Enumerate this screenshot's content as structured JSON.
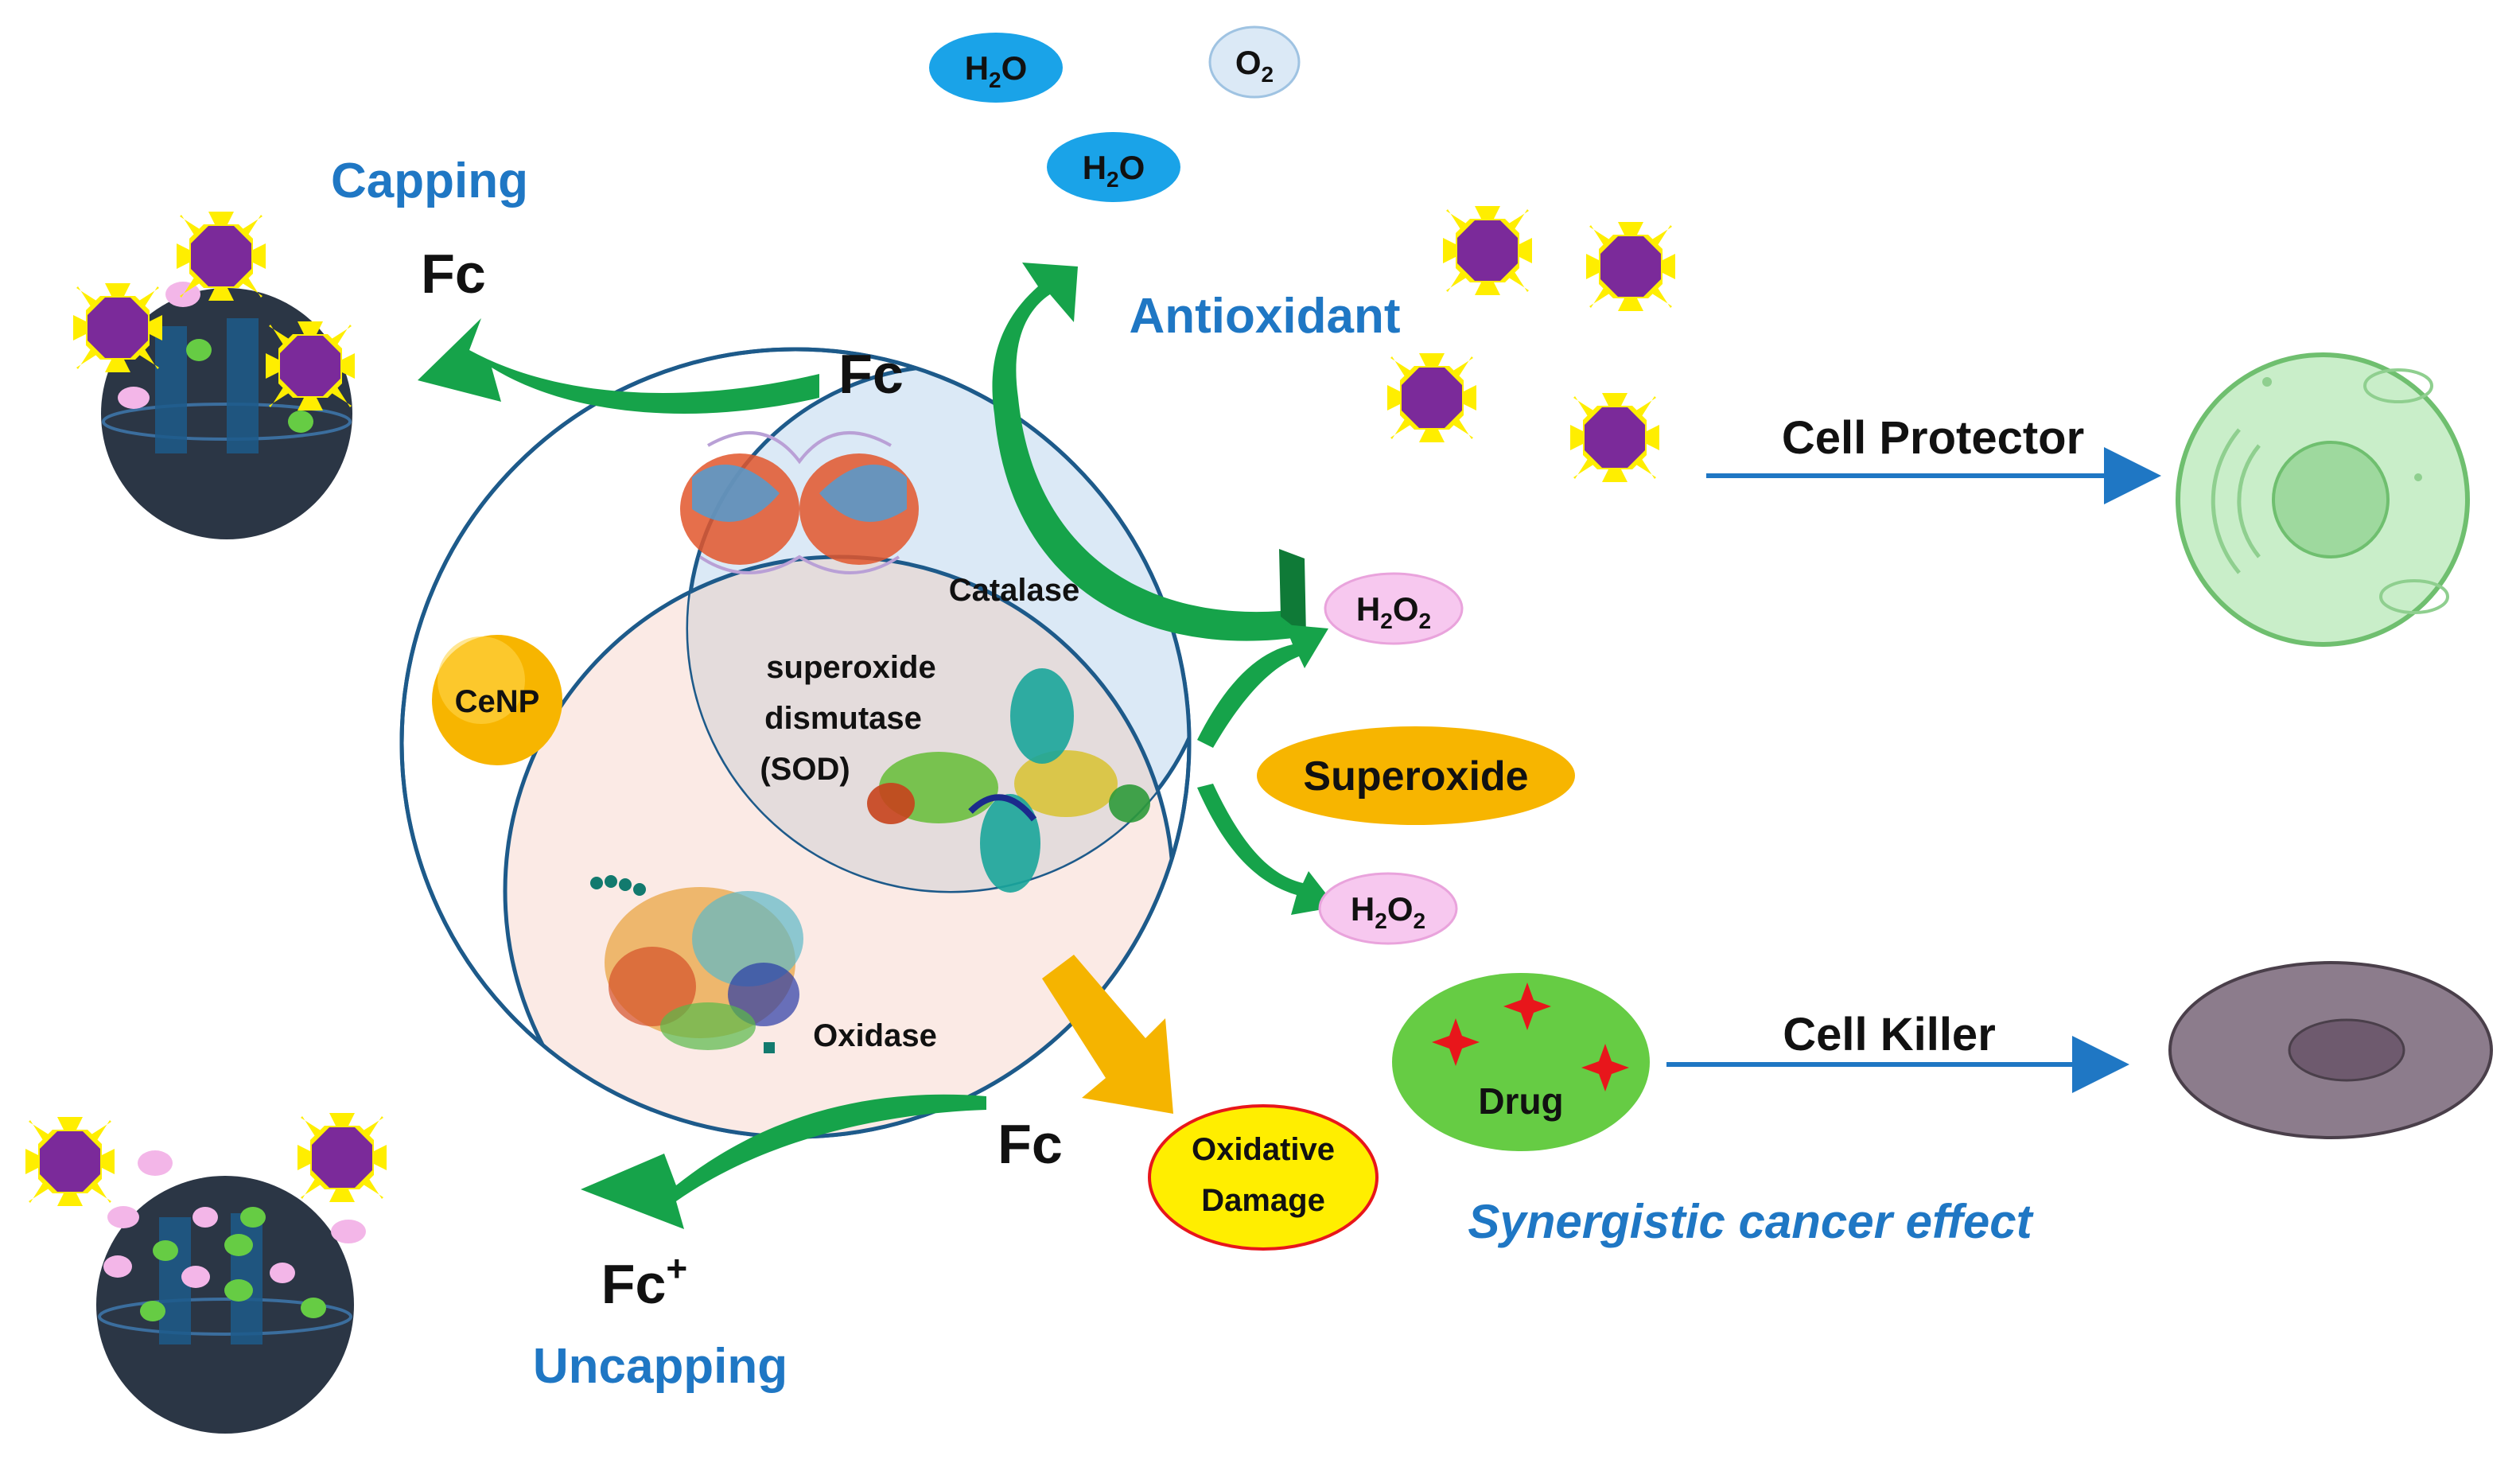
{
  "labels": {
    "capping": "Capping",
    "uncapping": "Uncapping",
    "antioxidant": "Antioxidant",
    "synergistic": "Synergistic cancer effect",
    "fc_capping": "Fc",
    "fc_top": "Fc",
    "fc_bottom": "Fc",
    "fc_plus": "Fc",
    "fc_plus_sup": "+",
    "cell_protector": "Cell Protector",
    "cell_killer": "Cell Killer",
    "cenp": "CeNP",
    "catalase": "Catalase",
    "sod_line1": "superoxide",
    "sod_line2": "dismutase",
    "sod_line3": "(SOD)",
    "oxidase": "Oxidase",
    "superoxide": "Superoxide",
    "oxidative_line1": "Oxidative",
    "oxidative_line2": "Damage",
    "drug": "Drug",
    "water_h": "H",
    "water_sub": "2",
    "water_o": "O",
    "oxygen_o": "O",
    "oxygen_sub": "2",
    "peroxide_h": "H",
    "peroxide_sub1": "2",
    "peroxide_o": "O",
    "peroxide_sub2": "2"
  },
  "colors": {
    "label_blue": "#1f77c4",
    "arrow_green": "#16a34a",
    "arrow_orange": "#f5b400",
    "nanoparticle_dark": "#2b3645",
    "capping_purple": "#7b2a9a",
    "capping_yellow": "#ffee00",
    "cargo_pink": "#f3b6e8",
    "cargo_green": "#66cc44",
    "water_blue": "#1aa3e8",
    "oxygen_light": "#dbe9f6",
    "peroxide_pink": "#f7c8ef",
    "superoxide_orange": "#f7b500",
    "oxidative_yellow": "#ffee00",
    "drug_green": "#66cc44",
    "drug_star_red": "#e8161b",
    "healthy_cell": "#c9eec9",
    "cancer_cell": "#8c7c8c",
    "catalase_region": "#dbe9f6",
    "sod_region": "#e4dcdc",
    "oxidase_region": "#fbeae5"
  },
  "icons": {
    "nanoparticle": "mesoporous-nanoparticle-icon",
    "cap": "ferrocene-cap-icon",
    "cell_healthy": "healthy-cell-icon",
    "cell_cancer": "cancer-cell-icon",
    "star": "red-star-icon"
  }
}
